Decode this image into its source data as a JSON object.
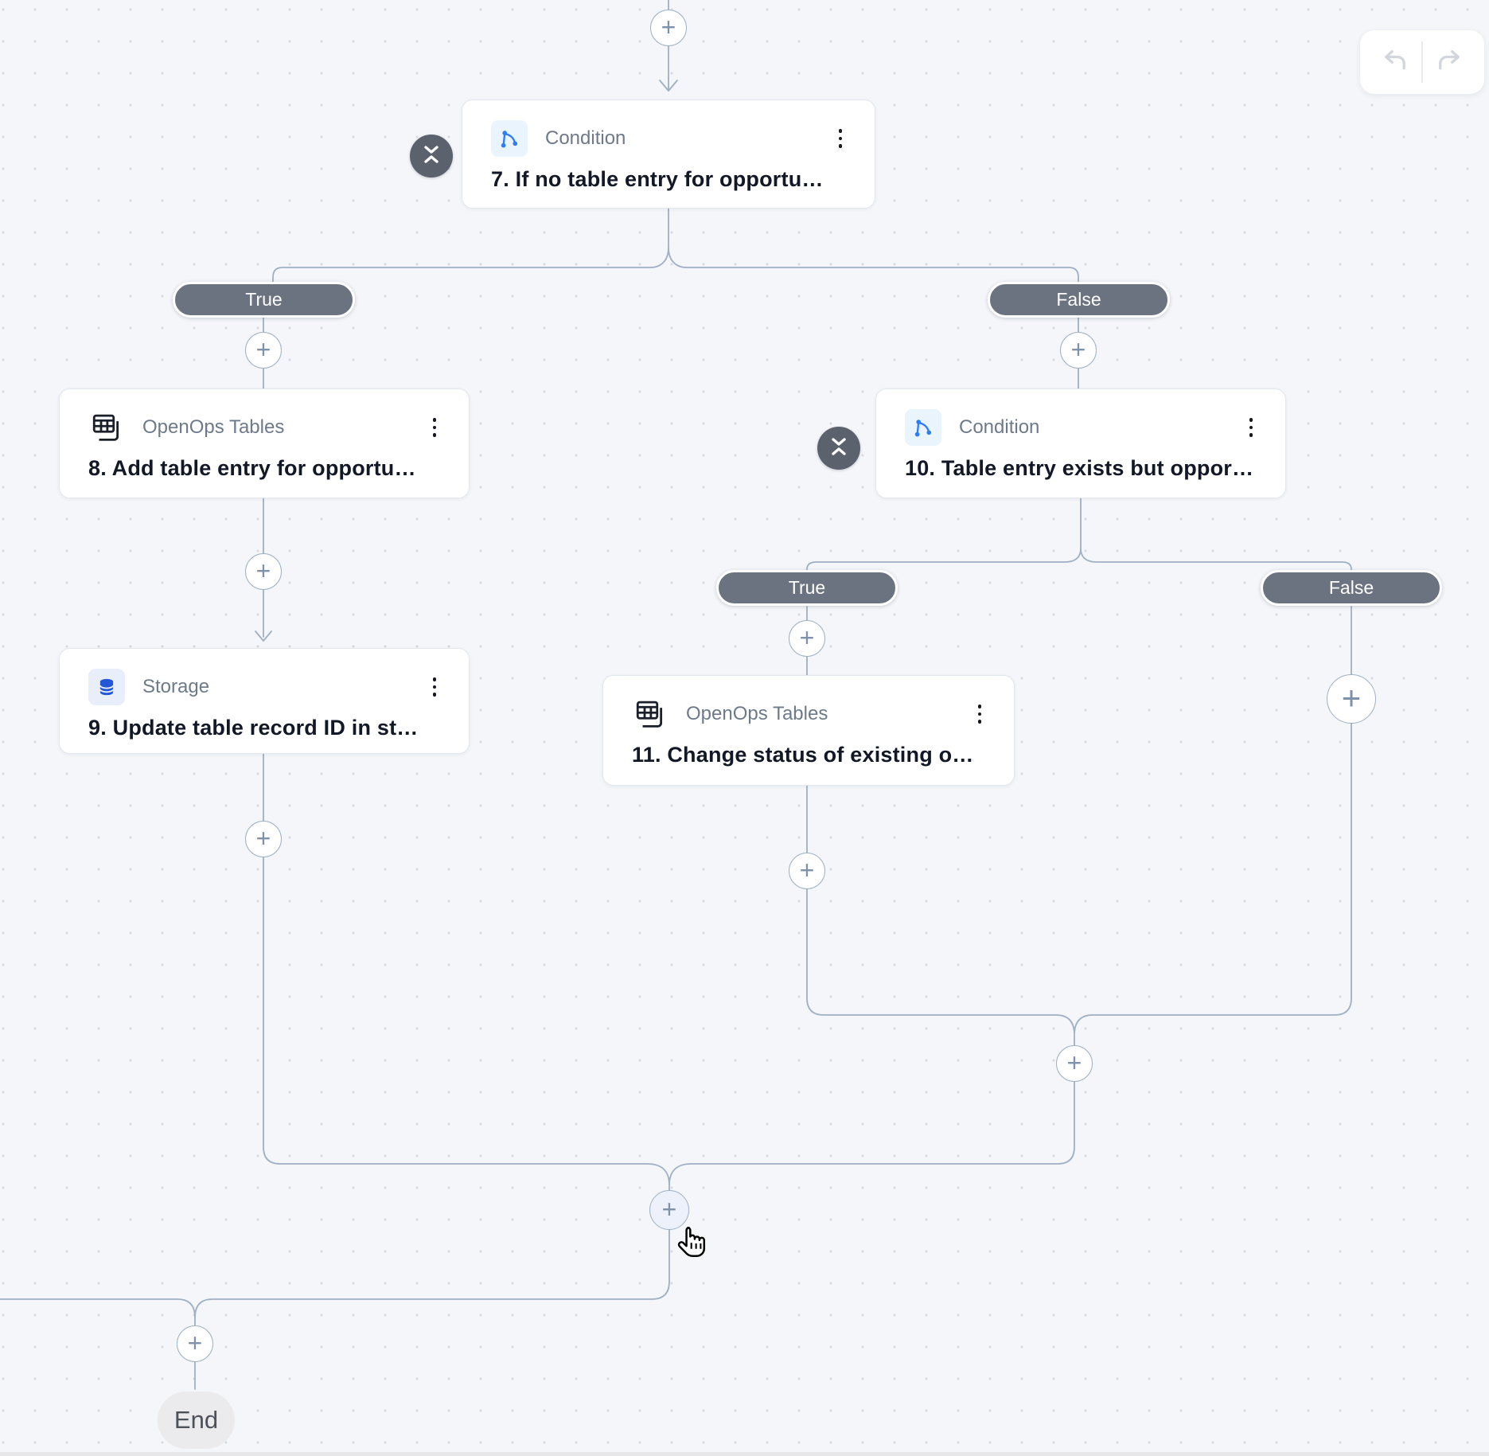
{
  "toolbar": {
    "undo_icon": "undo-arrow",
    "redo_icon": "redo-arrow"
  },
  "nodes": [
    {
      "app": "Condition",
      "title": "7. If no table entry for opportu…",
      "icon": "condition-branch-icon"
    },
    {
      "app": "OpenOps Tables",
      "title": "8. Add table entry for opportu…",
      "icon": "tables-icon"
    },
    {
      "app": "Storage",
      "title": "9. Update table record ID in st…",
      "icon": "storage-database-icon"
    },
    {
      "app": "Condition",
      "title": "10. Table entry exists but oppor…",
      "icon": "condition-branch-icon"
    },
    {
      "app": "OpenOps Tables",
      "title": "11. Change status of existing o…",
      "icon": "tables-icon"
    }
  ],
  "branch_labels": {
    "c7_true": "True",
    "c7_false": "False",
    "c10_true": "True",
    "c10_false": "False"
  },
  "end_label": "End",
  "colors": {
    "canvas_bg": "#f4f6f9",
    "edge": "#9fb0c4",
    "pill_bg": "#6b7280",
    "accent_blue": "#2f7df6",
    "storage_blue": "#2457d6",
    "node_border": "#e3e8ef"
  }
}
